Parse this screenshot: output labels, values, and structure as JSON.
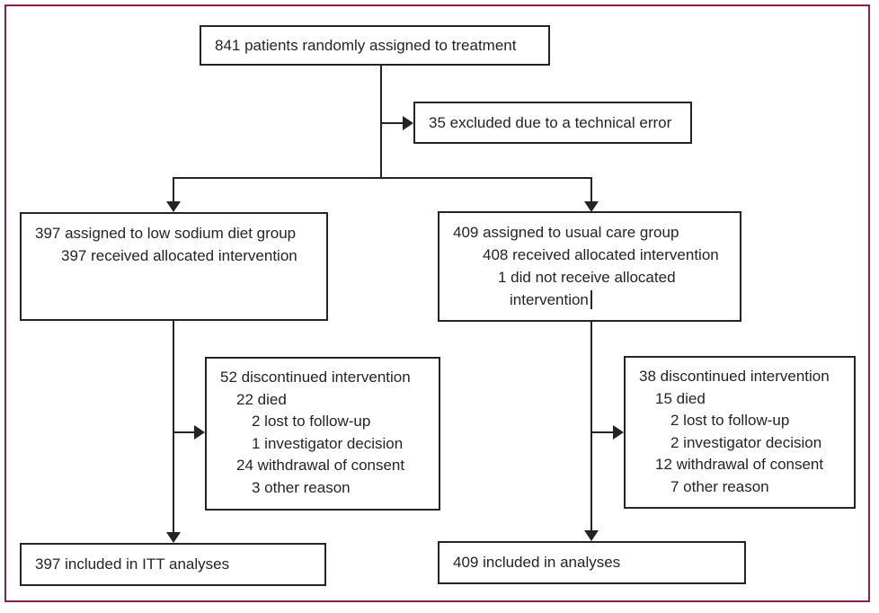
{
  "colors": {
    "frame_border": "#862054",
    "box_border": "#262423",
    "text": "#262423",
    "background": "#ffffff"
  },
  "boxes": {
    "randomized": {
      "text": "841 patients randomly assigned to treatment"
    },
    "excluded": {
      "text": "35 excluded due to a technical error"
    },
    "low_sodium_group": {
      "lines": [
        {
          "text": "397 assigned to low sodium diet group",
          "ind": 0
        },
        {
          "text": "397 received allocated intervention",
          "ind": 1
        }
      ]
    },
    "usual_care_group": {
      "lines": [
        {
          "text": "409 assigned to usual care group",
          "ind": 0
        },
        {
          "text": "408 received allocated intervention",
          "ind": 1
        },
        {
          "text": "1 did not receive allocated",
          "ind": 2
        },
        {
          "text": "intervention",
          "ind": 3
        }
      ]
    },
    "low_sodium_discontinued": {
      "lines": [
        {
          "text": "52 discontinued intervention",
          "ind": 0
        },
        {
          "text": "22 died",
          "ind": 1
        },
        {
          "text": "2 lost to follow-up",
          "ind": 2
        },
        {
          "text": "1 investigator decision",
          "ind": 2
        },
        {
          "text": "24 withdrawal of consent",
          "ind": 1
        },
        {
          "text": "3 other reason",
          "ind": 2
        }
      ]
    },
    "usual_care_discontinued": {
      "lines": [
        {
          "text": "38 discontinued intervention",
          "ind": 0
        },
        {
          "text": "15 died",
          "ind": 1
        },
        {
          "text": "2 lost to follow-up",
          "ind": 2
        },
        {
          "text": "2 investigator decision",
          "ind": 2
        },
        {
          "text": "12 withdrawal of consent",
          "ind": 1
        },
        {
          "text": "7 other reason",
          "ind": 2
        }
      ]
    },
    "low_sodium_included": {
      "text": "397 included in ITT analyses"
    },
    "usual_care_included": {
      "text": "409 included in analyses"
    }
  }
}
